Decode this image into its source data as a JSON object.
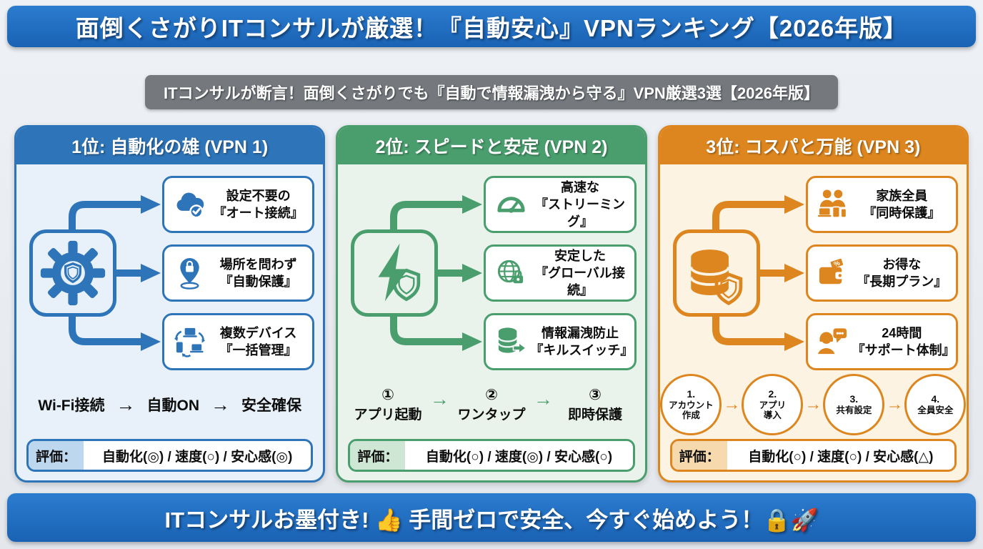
{
  "page": {
    "background": "#e7ebf0"
  },
  "header": {
    "title": "面倒くさがりITコンサルが厳選！『自動安心』VPNランキング【2026年版】",
    "bg": "#1e6dc2",
    "text_color": "#ffffff"
  },
  "subtitle": {
    "text": "ITコンサルが断言！面倒くさがりでも『自動で情報漏洩から守る』VPN厳選3選【2026年版】",
    "bg": "#75797e"
  },
  "icons": {
    "arrow": "→"
  },
  "cards": [
    {
      "rank": "1位",
      "title": "1位: 自動化の雄 (VPN 1)",
      "theme": {
        "main": "#2e74b8",
        "body": "#e8f1fa",
        "label": "#bdd7ee"
      },
      "main_icon": "gear-shield",
      "features": [
        {
          "icon": "cloud-check",
          "line1": "設定不要の",
          "line2": "『オート接続』"
        },
        {
          "icon": "location-lock",
          "line1": "場所を問わず",
          "line2": "『自動保護』"
        },
        {
          "icon": "multi-device-sync",
          "line1": "複数デバイス",
          "line2": "『一括管理』"
        }
      ],
      "flow": {
        "style": "plain",
        "steps": [
          "Wi-Fi接続",
          "自動ON",
          "安全確保"
        ]
      },
      "evaluation": {
        "label": "評価：",
        "text": "自動化(◎) / 速度(○) / 安心感(◎)"
      }
    },
    {
      "rank": "2位",
      "title": "2位: スピードと安定 (VPN 2)",
      "theme": {
        "main": "#4a9e6e",
        "body": "#e9f3eb",
        "label": "#cde7d4"
      },
      "main_icon": "bolt-shield",
      "features": [
        {
          "icon": "speedometer",
          "line1": "高速な",
          "line2": "『ストリーミング』"
        },
        {
          "icon": "globe-lock",
          "line1": "安定した",
          "line2": "『グローバル接続』"
        },
        {
          "icon": "database-killswitch",
          "line1": "情報漏洩防止",
          "line2": "『キルスイッチ』"
        }
      ],
      "flow": {
        "style": "numbered",
        "steps": [
          {
            "num": "①",
            "label": "アプリ起動"
          },
          {
            "num": "②",
            "label": "ワンタップ"
          },
          {
            "num": "③",
            "label": "即時保護"
          }
        ]
      },
      "evaluation": {
        "label": "評価：",
        "text": "自動化(○) / 速度(◎) / 安心感(○)"
      }
    },
    {
      "rank": "3位",
      "title": "3位: コスパと万能 (VPN 3)",
      "theme": {
        "main": "#dd861f",
        "body": "#fdf3e3",
        "label": "#f6d9ad"
      },
      "main_icon": "coins-shield",
      "features": [
        {
          "icon": "family-devices",
          "line1": "家族全員",
          "line2": "『同時保護』"
        },
        {
          "icon": "wallet-discount",
          "line1": "お得な",
          "line2": "『長期プラン』"
        },
        {
          "icon": "support-chat",
          "line1": "24時間",
          "line2": "『サポート体制』"
        }
      ],
      "flow": {
        "style": "circles",
        "steps": [
          {
            "num": "1.",
            "lines": [
              "アカウント",
              "作成"
            ]
          },
          {
            "num": "2.",
            "lines": [
              "アプリ",
              "導入"
            ]
          },
          {
            "num": "3.",
            "lines": [
              "共有設定"
            ]
          },
          {
            "num": "4.",
            "lines": [
              "全員安全"
            ]
          }
        ]
      },
      "evaluation": {
        "label": "評価：",
        "text": "自動化(○) / 速度(○) / 安心感(△)"
      }
    }
  ],
  "footer": {
    "text": "ITコンサルお墨付き! 👍 手間ゼロで安全、今すぐ始めよう！🔒🚀",
    "bg": "#1e6dc2"
  }
}
